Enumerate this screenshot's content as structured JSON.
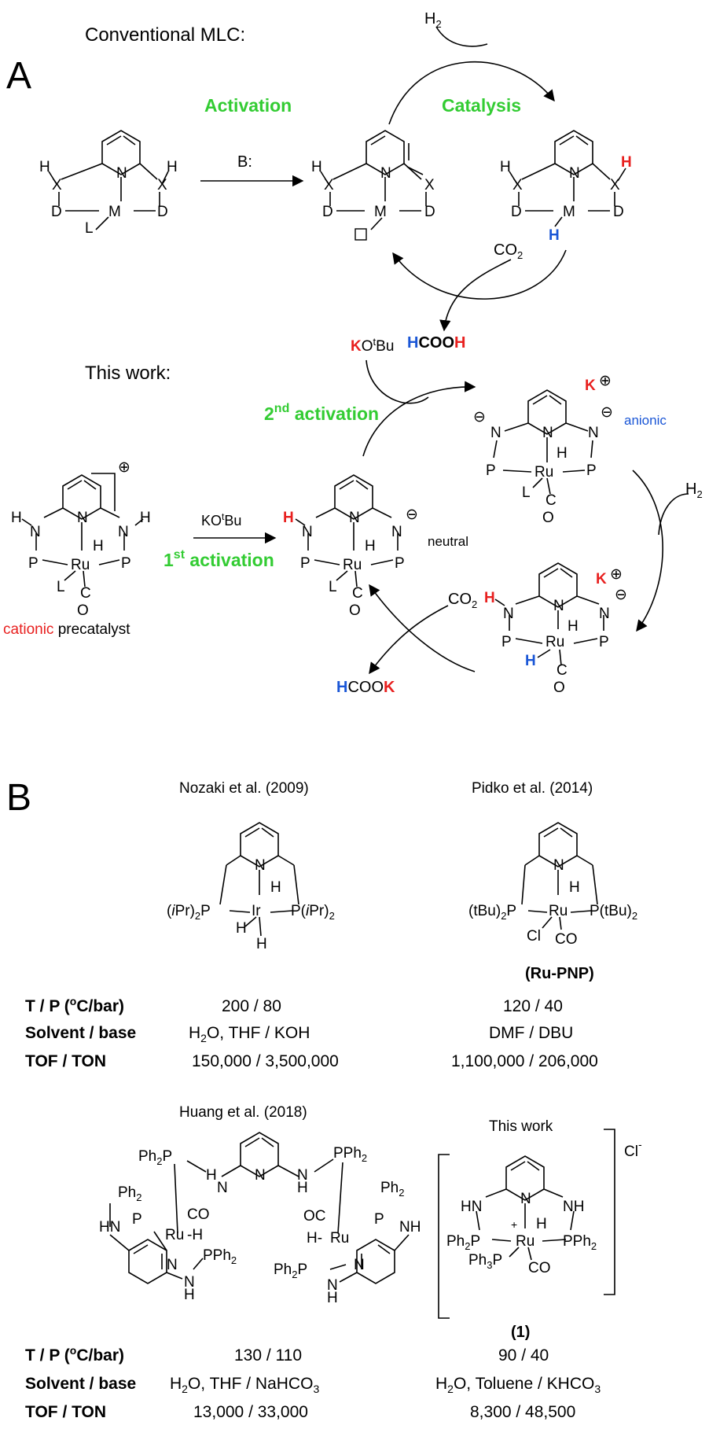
{
  "panel_a": {
    "label": "A",
    "conventional_title": "Conventional MLC:",
    "activation_label": "Activation",
    "catalysis_label": "Catalysis",
    "base_label": "B:",
    "h2": "H2",
    "co2": "CO2",
    "product_hcooh": "HCOOH",
    "this_work_title": "This work:",
    "kotbu_top": "KOtBu",
    "second_activation": "2nd activation",
    "first_activation": "1st activation",
    "kotbu_mid": "KOtBu",
    "neutral": "neutral",
    "anionic": "anionic",
    "precatalyst_cationic": "cationic",
    "precatalyst_word": "precatalyst",
    "product_hcook": "HCOOK"
  },
  "panel_b": {
    "label": "B",
    "nozaki": "Nozaki et al. (2009)",
    "pidko": "Pidko et al. (2014)",
    "ru_pnp": "(Ru-PNP)",
    "huang": "Huang et al. (2018)",
    "this_work": "This work",
    "compound_1": "(1)",
    "cl_minus": "Cl-",
    "row_labels": [
      "T / P (oC/bar)",
      "Solvent / base",
      "TOF / TON"
    ],
    "nozaki_values": [
      "200 / 80",
      "H2O, THF / KOH",
      "150,000 / 3,500,000"
    ],
    "pidko_values": [
      "120 / 40",
      "DMF / DBU",
      "1,100,000 / 206,000"
    ],
    "huang_values": [
      "130 / 110",
      "H2O, THF / NaHCO3",
      "13,000 / 33,000"
    ],
    "thiswork_values": [
      "90 / 40",
      "H2O, Toluene / KHCO3",
      "8,300 / 48,500"
    ]
  }
}
